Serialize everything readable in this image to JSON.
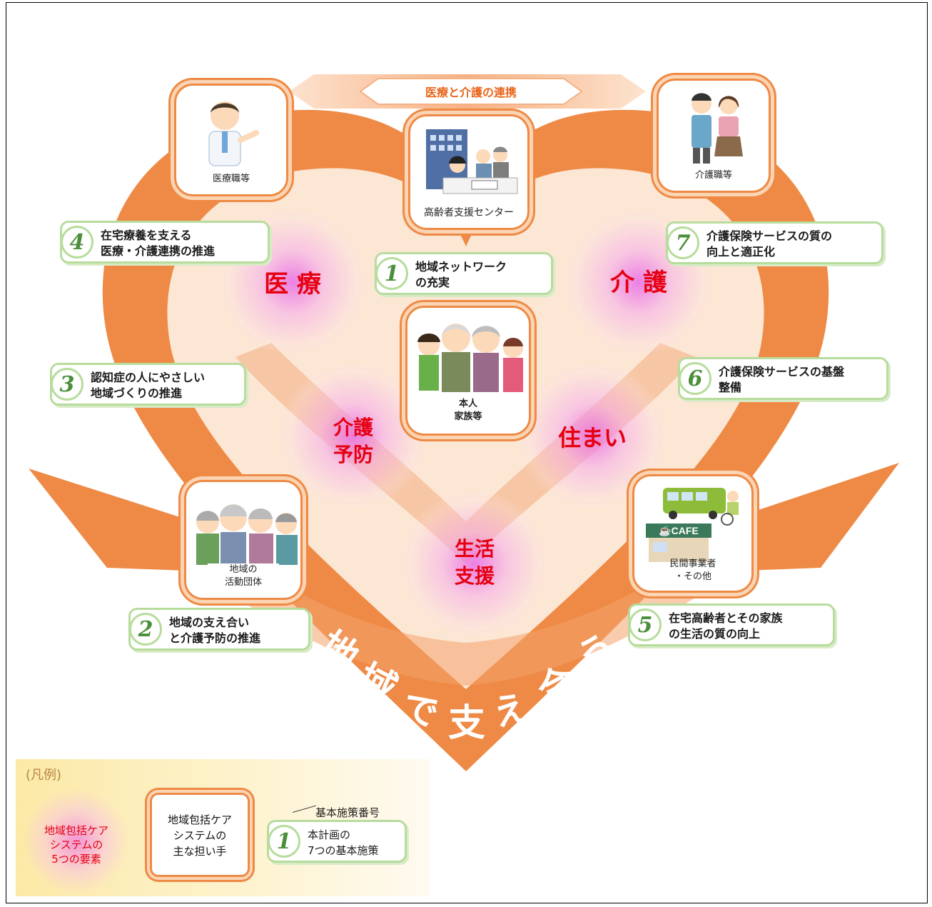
{
  "header": {
    "arrow_label": "医療と介護の連携"
  },
  "actors": {
    "medical": "医療職等",
    "center": "高齢者支援センター",
    "care": "介護職等",
    "self_line1": "本人",
    "self_line2": "家族等",
    "community_line1": "地域の",
    "community_line2": "活動団体",
    "private_line1": "民間事業者",
    "private_line2": "・その他"
  },
  "elements": {
    "iryo": "医 療",
    "kaigo": "介 護",
    "yobo_line1": "介護",
    "yobo_line2": "予防",
    "sumai": "住まい",
    "seikatsu_line1": "生活",
    "seikatsu_line2": "支援"
  },
  "policies": [
    {
      "num": "1",
      "line1": "地域ネットワーク",
      "line2": "の充実"
    },
    {
      "num": "2",
      "line1": "地域の支え合い",
      "line2": "と介護予防の推進"
    },
    {
      "num": "3",
      "line1": "認知症の人にやさしい",
      "line2": "地域づくりの推進"
    },
    {
      "num": "4",
      "line1": "在宅療養を支える",
      "line2": "医療・介護連携の推進"
    },
    {
      "num": "5",
      "line1": "在宅高齢者とその家族",
      "line2": "の生活の質の向上"
    },
    {
      "num": "6",
      "line1": "介護保険サービスの基盤",
      "line2": "整備"
    },
    {
      "num": "7",
      "line1": "介護保険サービスの質の",
      "line2": "向上と適正化"
    }
  ],
  "banner": {
    "chars": [
      "地",
      "域",
      "で",
      "支",
      "え",
      "合",
      "う"
    ]
  },
  "legend": {
    "title": "(凡例)",
    "element_line1": "地域包括ケア",
    "element_line2": "システムの",
    "element_line3": "5つの要素",
    "actor_line1": "地域包括ケア",
    "actor_line2": "システムの",
    "actor_line3": "主な担い手",
    "number_note": "基本施策番号",
    "sample_num": "1",
    "policy_line1": "本計画の",
    "policy_line2": "7つの基本施策"
  },
  "colors": {
    "ribbon": "#ee8a45",
    "heart_fill": "#fce6d4",
    "policy_border": "#b7dc9c",
    "element_text": "#e60012",
    "number": "#4b8f3a"
  }
}
